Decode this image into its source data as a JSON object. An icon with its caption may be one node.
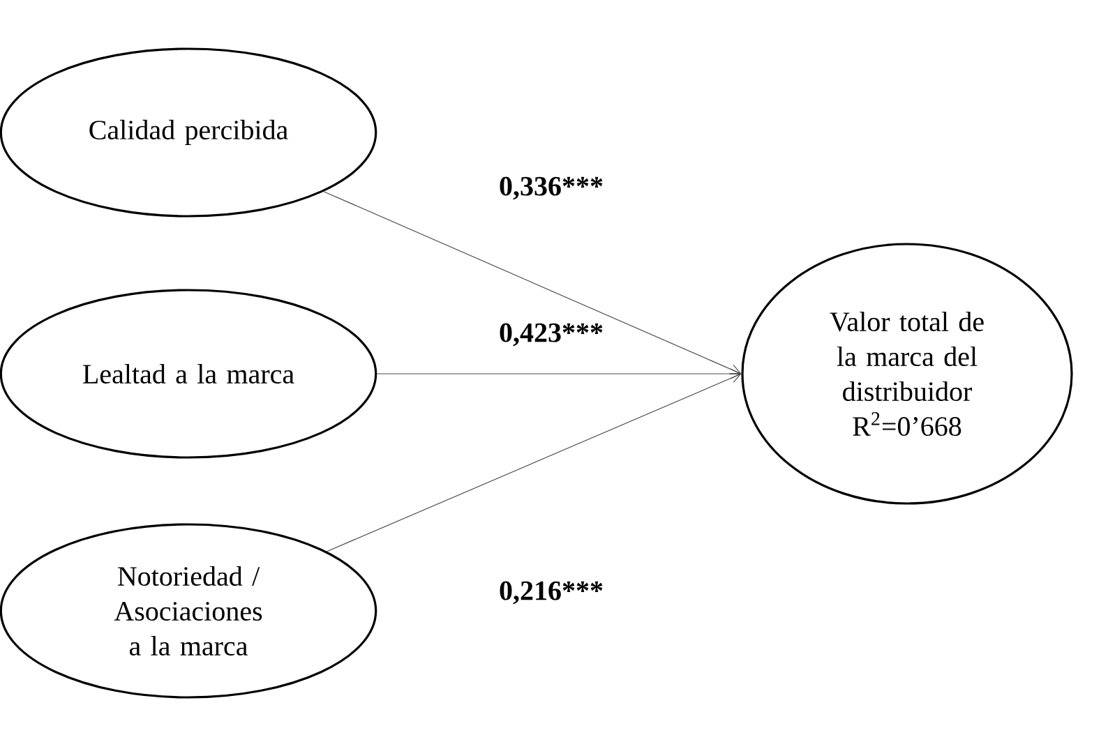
{
  "diagram": {
    "nodes": [
      {
        "text": [
          "Calidad percibida"
        ]
      },
      {
        "text": [
          "Lealtad a la marca"
        ]
      },
      {
        "text": [
          "Notoriedad / Asociaciones a la marca"
        ]
      },
      {
        "text": [
          "Valor total de la marca del distribuidor R$^{2}$=0’668"
        ]
      }
    ],
    "edges": [
      {
        "from": 0,
        "to": 3,
        "arrow": "to",
        "label": "0,336***"
      },
      {
        "from": 1,
        "to": 3,
        "arrow": "to",
        "label": "0,423***"
      },
      {
        "from": 2,
        "to": 3,
        "arrow": "to",
        "label": "0,216***"
      }
    ]
  }
}
